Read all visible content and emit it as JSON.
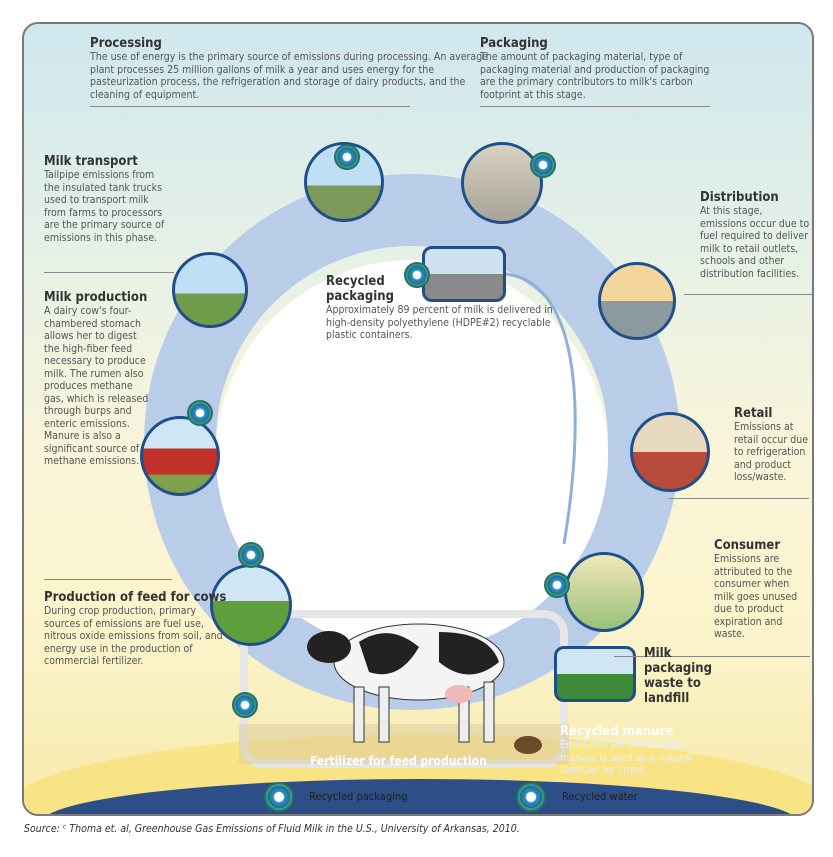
{
  "processing": {
    "title": "Processing",
    "text": "The use of energy is the primary source of emissions during processing. An average plant processes 25 million gallons of milk a year and uses energy for the pasteurization process, the refrigeration and storage of dairy products, and the cleaning of equipment."
  },
  "packaging": {
    "title": "Packaging",
    "text": "The amount of packaging material, type of packaging material and production of packaging are the primary contributors to milk's carbon footprint at this stage."
  },
  "milk_transport": {
    "title": "Milk transport",
    "text": "Tailpipe emissions from the insulated tank trucks used to transport milk from farms to processors are the primary source of emissions in this phase."
  },
  "distribution": {
    "title": "Distribution",
    "text": "At this stage, emissions occur due to fuel required to deliver milk to retail outlets, schools and other distribution facilities."
  },
  "recycled_packaging": {
    "title": "Recycled packaging",
    "text": "Approximately 89 percent of milk is delivered in high-density polyethylene (HDPE#2) recyclable plastic containers."
  },
  "milk_production": {
    "title": "Milk production",
    "text": "A dairy cow's four-chambered stomach allows her to digest the high-fiber feed necessary to produce milk. The rumen also produces methane gas, which is released through burps and enteric emissions. Manure is also a significant source of methane emissions."
  },
  "retail": {
    "title": "Retail",
    "text": "Emissions at retail occur due to refrigeration and product loss/waste."
  },
  "consumer": {
    "title": "Consumer",
    "text": "Emissions are attributed to the consumer when milk goes unused due to product expiration and waste."
  },
  "landfill": {
    "title": "Milk packaging waste to landfill"
  },
  "feed": {
    "title": "Production of feed for cows",
    "text": "During crop production, primary sources of emissions are fuel use, nitrous oxide emissions from soil, and energy use in the production of commercial fertilizer."
  },
  "recycled_manure": {
    "title": "Recycled manure",
    "text": "Emissions are offset when manure is used as a natural fertilizer for crops."
  },
  "fertilizer_label": "Fertilizer for feed production",
  "legend": {
    "recycled_packaging": "Recycled packaging",
    "recycled_water": "Recycled water"
  },
  "source": "Source: ᶜ Thoma et. al, Greenhouse Gas Emissions of Fluid Milk in the U.S., University of Arkansas, 2010."
}
